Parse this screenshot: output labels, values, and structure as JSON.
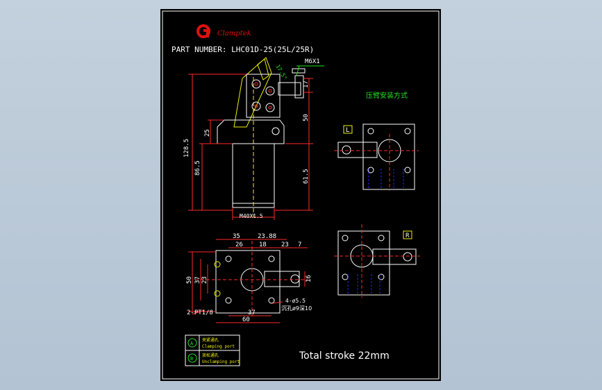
{
  "drawing": {
    "brand": "Clamptek",
    "part_number": "PART NUMBER: LHC01D-25(25L/25R)",
    "stroke_note": "Total stroke 22mm",
    "mount_title": "压臂安装方式",
    "variant_L": "L",
    "variant_R": "R",
    "thread_callout": "M6X1",
    "angle_label": "17.5°",
    "body_thread": "M40X1.5",
    "side_dims": {
      "total_height": "128.5",
      "upper": "25",
      "body": "86.5",
      "right_top": "17",
      "right_mid": "50",
      "right_low": "61.5"
    },
    "plan_dims": {
      "top_35": "35",
      "top_23_88": "23.88",
      "row_26": "26",
      "row_18": "18",
      "row_23": "23",
      "row_7": "7",
      "left_50": "50",
      "left_37": "37",
      "left_23": "23",
      "right_16": "16",
      "bottom_37": "37",
      "bottom_60": "60",
      "port_callout": "2-PT1/8",
      "hole_callout": "4-ø5.5",
      "hole_callout2": "沉孔ø9深10"
    },
    "legend": [
      {
        "key": "A",
        "label_cn": "夹紧通孔",
        "label_en": "Clamping port"
      },
      {
        "key": "B",
        "label_cn": "放松通孔",
        "label_en": "Unclamping port"
      }
    ]
  },
  "colors": {
    "background": "#000000",
    "outline": "#ffffff",
    "dimension": "#ff2a2a",
    "hidden": "#2222ff",
    "annotation_green": "#22e022",
    "text_yellow": "#f0f000",
    "logo_red": "#e01010"
  }
}
